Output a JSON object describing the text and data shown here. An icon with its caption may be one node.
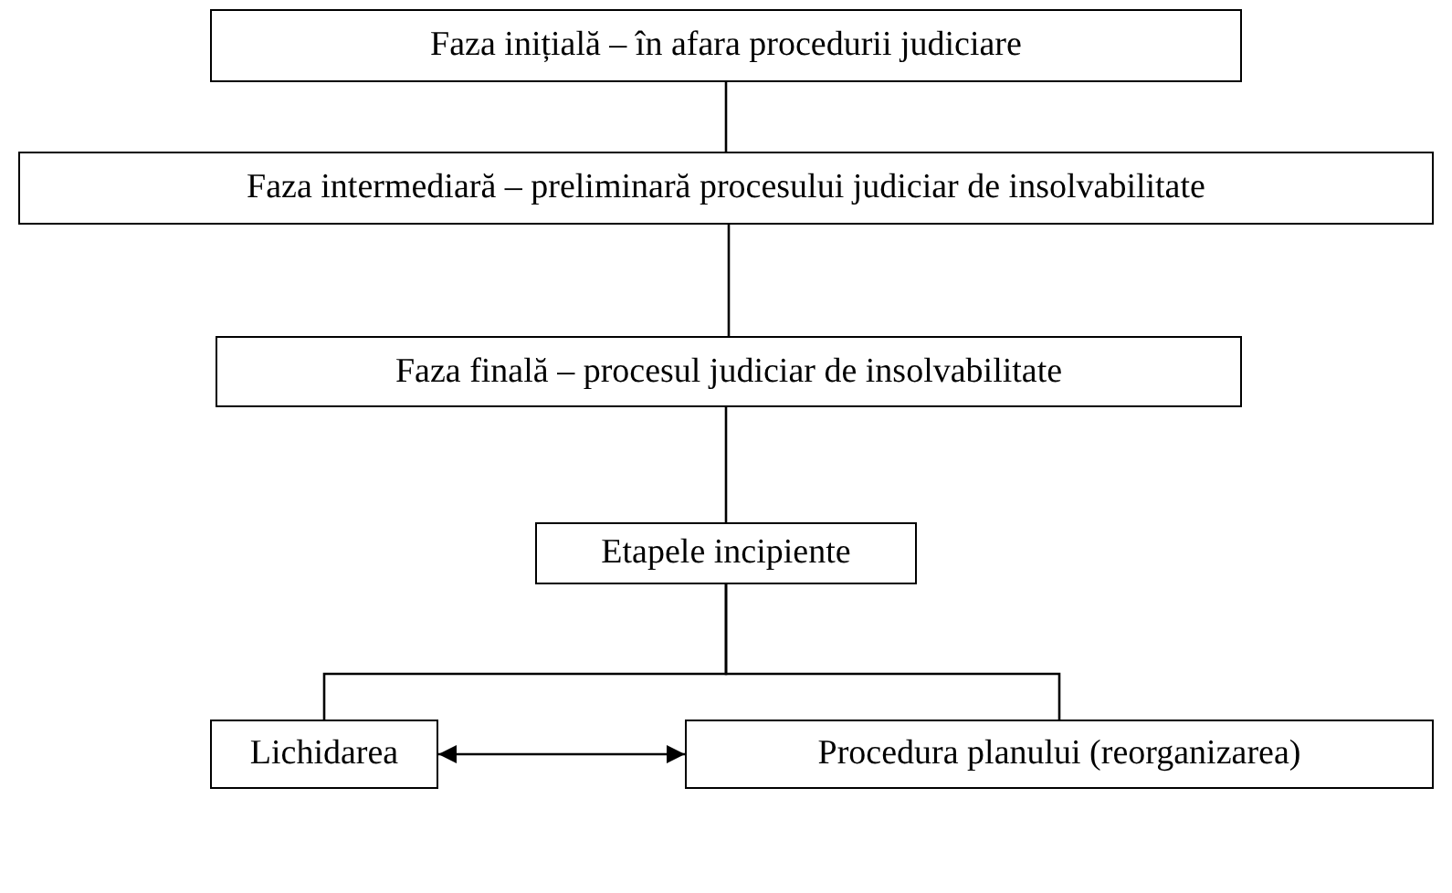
{
  "diagram": {
    "nodes": [
      {
        "text": [
          "Faza inițială – în afara procedurii judiciare"
        ]
      },
      {
        "text": [
          "Faza intermediară – preliminară procesului judiciar de insolvabilitate"
        ]
      },
      {
        "text": [
          "Faza finală – procesul judiciar de insolvabilitate"
        ]
      },
      {
        "text": [
          "Etapele incipiente"
        ]
      },
      {
        "text": [
          "Lichidarea"
        ]
      },
      {
        "text": [
          "Procedura planului (reorganizarea)"
        ]
      }
    ],
    "edges": [
      {
        "from": 0,
        "to": 1,
        "arrow": "none"
      },
      {
        "from": 1,
        "to": 2,
        "arrow": "none"
      },
      {
        "from": 2,
        "to": 3,
        "arrow": "none"
      },
      {
        "from": 3,
        "to": 4,
        "arrow": "none"
      },
      {
        "from": 3,
        "to": 5,
        "arrow": "none"
      },
      {
        "from": 4,
        "to": 5,
        "arrow": "both"
      }
    ]
  }
}
